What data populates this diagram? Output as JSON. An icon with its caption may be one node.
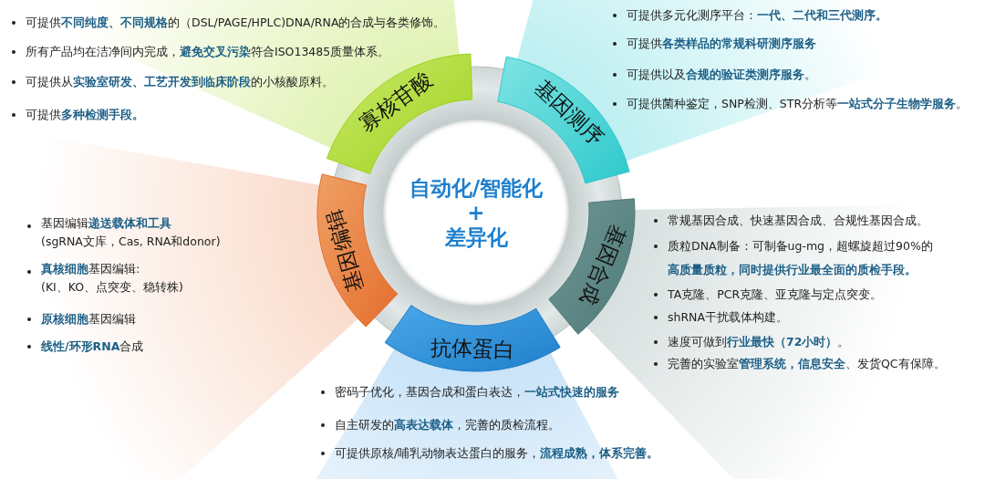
{
  "diagram": {
    "nodes": [
      {
        "text": [
          "自动化/智能化",
          "+",
          "差异化"
        ]
      },
      {
        "text": [
          "寡核苷酸"
        ],
        "beside": [
          "可提供**不同纯度、不同规格**的（DSL/PAGE/HPLC)DNA/RNA的合成与各类修饰。",
          "所有产品均在洁净间内完成，**避免交叉污染**符合ISO13485质量体系。",
          "可提供从**实验室研发、工艺开发到临床阶段**的小核酸原料。",
          "可提供**多种检测手段。**"
        ]
      },
      {
        "text": [
          "基因测序"
        ],
        "beside": [
          "可提供多元化测序平台：**一代、二代和三代测序。**",
          "可提供**各类样品的常规科研测序服务**",
          "可提供以及**合规的验证类测序服务**。",
          "可提供菌种鉴定，SNP检测、STR分析等**一站式分子生物学服务**。"
        ]
      },
      {
        "text": [
          "基因合成"
        ],
        "beside": [
          "常规基因合成、快速基因合成、合规性基因合成。",
          "质粒DNA制备：可制备ug-mg，超螺旋超过90%的**高质量质粒，同时提供行业最全面的质检手段。**",
          "TA克隆、PCR克隆、亚克隆与定点突变。",
          "shRNA干扰载体构建。",
          "速度可做到**行业最快（72小时）**。",
          "完善的实验室**管理系统，信息安全**、发货QC有保障。"
        ]
      },
      {
        "text": [
          "抗体蛋白"
        ],
        "beside": [
          "密码子优化，基因合成和蛋白表达，**一站式快速的服务**",
          "自主研发的**高表达载体**，完善的质检流程。",
          "可提供原核/哺乳动物表达蛋白的服务，**流程成熟，体系完善。**"
        ]
      },
      {
        "text": [
          "基因编辑"
        ],
        "beside": [
          "基因编辑**递送载体和工具** (sgRNA文库，Cas, RNA和donor)",
          "**真核细胞**基因编辑: (KI、KO、点突变、稳转株)",
          "**原核细胞**基因编辑",
          "**线性/环形RNA**合成"
        ]
      }
    ]
  }
}
